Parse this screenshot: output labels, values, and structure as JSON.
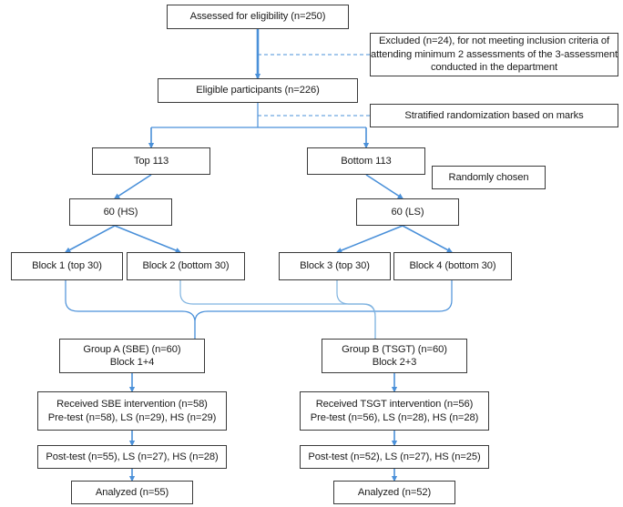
{
  "diagram": {
    "title": "CONSORT-style participant flow diagram",
    "colors": {
      "box_border": "#3a3a3a",
      "arrow_blue": "#4a90d9",
      "light_blue": "#7fb3e0",
      "text": "#1a1a1a",
      "background": "#ffffff"
    },
    "nodes": {
      "assessed": {
        "lines": [
          "Assessed for eligibility (n=250)"
        ]
      },
      "excluded": {
        "lines": [
          "Excluded (n=24), for not meeting inclusion criteria of",
          "attending minimum 2 assessments of the 3-assessment",
          "conducted in the department"
        ]
      },
      "eligible": {
        "lines": [
          "Eligible participants (n=226)"
        ]
      },
      "stratified": {
        "lines": [
          "Stratified randomization based on marks"
        ]
      },
      "top113": {
        "lines": [
          "Top 113"
        ]
      },
      "bottom113": {
        "lines": [
          "Bottom 113"
        ]
      },
      "randomly_chosen": {
        "lines": [
          "Randomly chosen"
        ]
      },
      "hs60": {
        "lines": [
          "60 (HS)"
        ]
      },
      "ls60": {
        "lines": [
          "60 (LS)"
        ]
      },
      "block1": {
        "lines": [
          "Block 1 (top 30)"
        ]
      },
      "block2": {
        "lines": [
          "Block 2 (bottom 30)"
        ]
      },
      "block3": {
        "lines": [
          "Block 3 (top 30)"
        ]
      },
      "block4": {
        "lines": [
          "Block 4 (bottom 30)"
        ]
      },
      "groupA": {
        "lines": [
          "Group A (SBE) (n=60)",
          "Block 1+4"
        ]
      },
      "groupB": {
        "lines": [
          "Group B (TSGT) (n=60)",
          "Block 2+3"
        ]
      },
      "receivedA": {
        "lines": [
          "Received SBE intervention (n=58)",
          "Pre-test (n=58), LS (n=29), HS (n=29)"
        ]
      },
      "receivedB": {
        "lines": [
          "Received TSGT intervention (n=56)",
          "Pre-test (n=56), LS (n=28), HS (n=28)"
        ]
      },
      "posttestA": {
        "lines": [
          "Post-test (n=55), LS (n=27), HS (n=28)"
        ]
      },
      "posttestB": {
        "lines": [
          "Post-test (n=52), LS (n=27), HS (n=25)"
        ]
      },
      "analyzedA": {
        "lines": [
          "Analyzed (n=55)"
        ]
      },
      "analyzedB": {
        "lines": [
          "Analyzed (n=52)"
        ]
      }
    }
  }
}
